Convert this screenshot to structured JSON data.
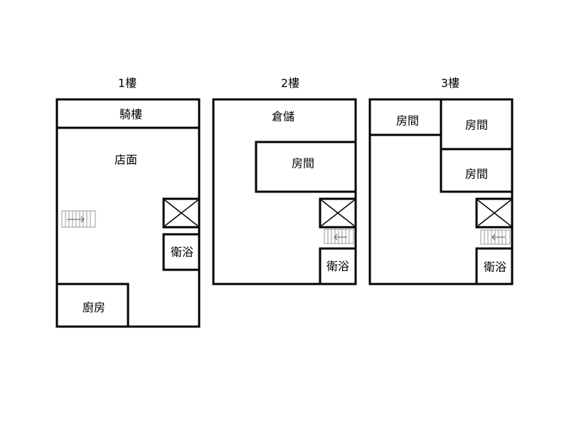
{
  "floors": [
    {
      "title": "1樓",
      "rooms": {
        "arcade": "騎樓",
        "storefront": "店面",
        "bathroom": "衛浴",
        "kitchen": "廚房"
      }
    },
    {
      "title": "2樓",
      "rooms": {
        "storage": "倉儲",
        "bedroom": "房間",
        "bathroom": "衛浴"
      }
    },
    {
      "title": "3樓",
      "rooms": {
        "bedroom_a": "房間",
        "bedroom_b": "房間",
        "bedroom_c": "房間",
        "bathroom": "衛浴"
      }
    }
  ],
  "icons": {
    "shaft": "shaft-x-icon",
    "stairs": "stairs-icon"
  },
  "colors": {
    "wall": "#000000",
    "stairs": "#9a9a9a",
    "background": "#ffffff"
  }
}
